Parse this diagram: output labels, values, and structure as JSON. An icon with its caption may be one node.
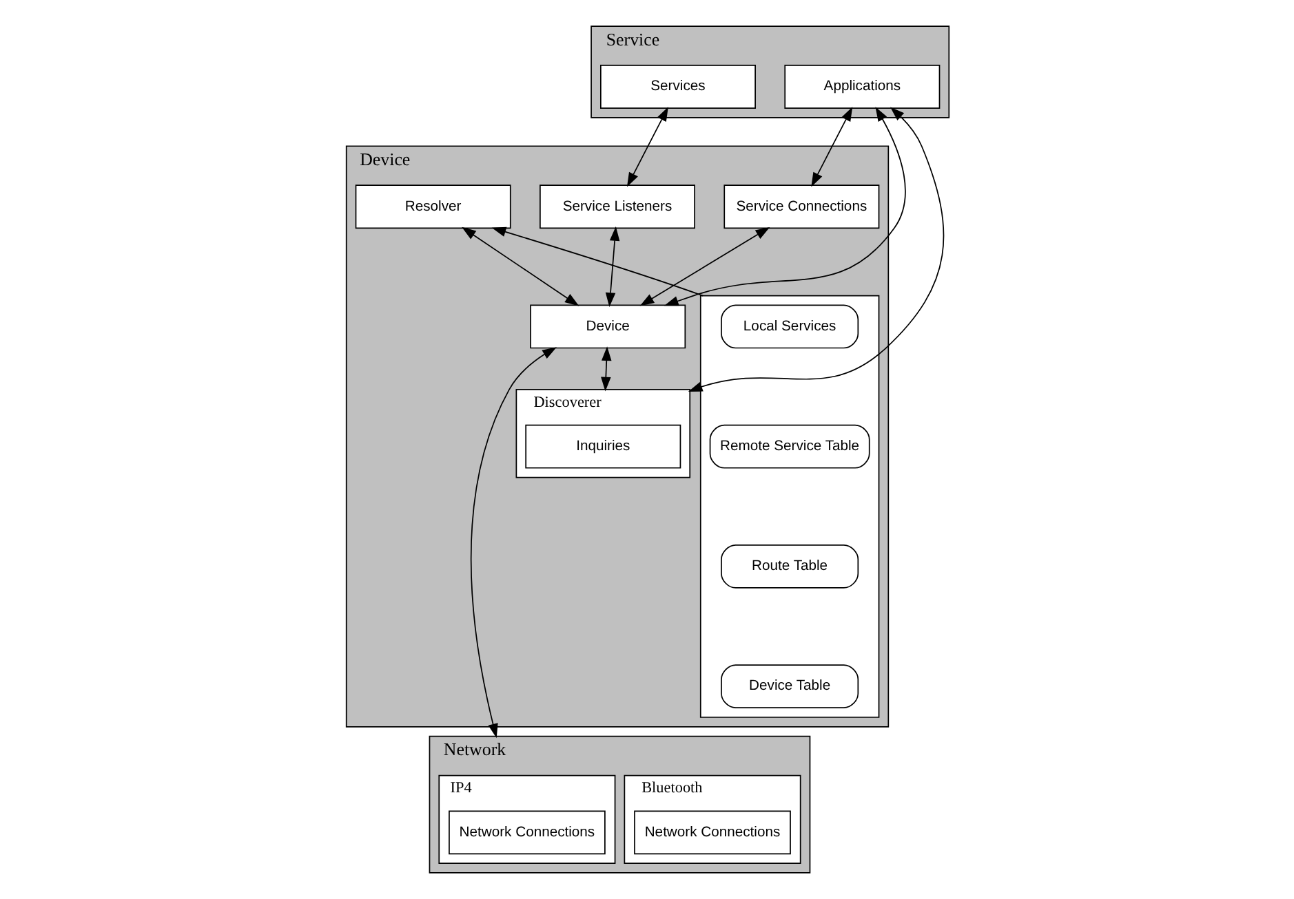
{
  "diagram": {
    "nodes": [
      {
        "text": [
          "Service"
        ]
      },
      {
        "text": [
          "Services"
        ],
        "in": 0
      },
      {
        "text": [
          "Applications"
        ],
        "in": 0
      },
      {
        "text": [
          "Device"
        ]
      },
      {
        "text": [
          "Resolver"
        ],
        "in": 3
      },
      {
        "text": [
          "Service Listeners"
        ],
        "in": 3
      },
      {
        "text": [
          "Service Connections"
        ],
        "in": 3
      },
      {
        "text": [],
        "shape": "box",
        "in": 3
      },
      {
        "text": [
          "Local Services"
        ],
        "in": 7
      },
      {
        "text": [
          "Remote Service Table"
        ],
        "in": 7
      },
      {
        "text": [
          "Route Table"
        ],
        "in": 7
      },
      {
        "text": [
          "Device Table"
        ],
        "in": 7
      },
      {
        "text": [
          "Device"
        ],
        "in": 3
      },
      {
        "text": [
          "Discoverer"
        ],
        "in": 3
      },
      {
        "text": [
          "Inquiries"
        ],
        "in": 13
      },
      {
        "text": [
          "Network"
        ]
      },
      {
        "text": [
          "IP4"
        ],
        "in": 15
      },
      {
        "text": [
          "Network Connections"
        ],
        "in": 16
      },
      {
        "text": [
          "Bluetooth"
        ],
        "in": 15
      },
      {
        "text": [
          "Network Connections"
        ],
        "in": 18
      }
    ],
    "edges": [
      {
        "from": 1,
        "to": 5,
        "arrow": "both"
      },
      {
        "from": 2,
        "to": 12,
        "arrow": "both"
      },
      {
        "from": 2,
        "to": 6,
        "arrow": "both"
      },
      {
        "from": 2,
        "to": 13,
        "arrow": "both"
      },
      {
        "from": 7,
        "to": 4,
        "arrow": "to"
      },
      {
        "from": 4,
        "to": 12,
        "arrow": "both"
      },
      {
        "from": 5,
        "to": 12,
        "arrow": "both"
      },
      {
        "from": 6,
        "to": 12,
        "arrow": "both"
      },
      {
        "from": 12,
        "to": 13,
        "arrow": "both"
      },
      {
        "from": 12,
        "to": 15,
        "arrow": "both"
      }
    ]
  }
}
